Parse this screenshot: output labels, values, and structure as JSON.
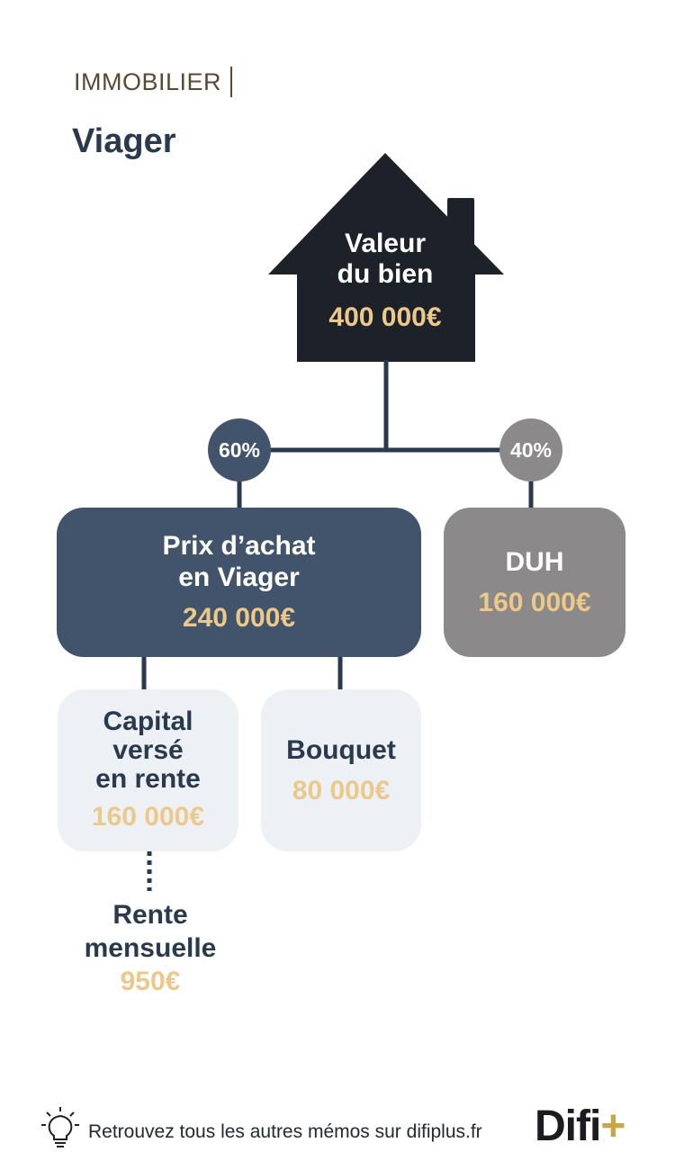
{
  "header": {
    "category": "IMMOBILIER",
    "title": "Viager"
  },
  "house": {
    "label_line1": "Valeur",
    "label_line2": "du bien",
    "amount": "400 000€"
  },
  "split": {
    "left_pct": "60%",
    "right_pct": "40%"
  },
  "purchase": {
    "label_line1": "Prix d’achat",
    "label_line2": "en Viager",
    "amount": "240 000€"
  },
  "duh": {
    "label": "DUH",
    "amount": "160 000€"
  },
  "capital": {
    "label_line1": "Capital",
    "label_line2": "versé",
    "label_line3": "en rente",
    "amount": "160 000€"
  },
  "bouquet": {
    "label": "Bouquet",
    "amount": "80 000€"
  },
  "rente": {
    "label_line1": "Rente",
    "label_line2": "mensuelle",
    "amount": "950€"
  },
  "footer": {
    "text": "Retrouvez tous les autres mémos sur difiplus.fr",
    "logo": "Difi"
  },
  "colors": {
    "dark": "#1d222a",
    "navy": "#41546b",
    "grey": "#8b8989",
    "light": "#edf0f5",
    "gold": "#ecc98a",
    "logo_accent": "#c9a54a"
  }
}
